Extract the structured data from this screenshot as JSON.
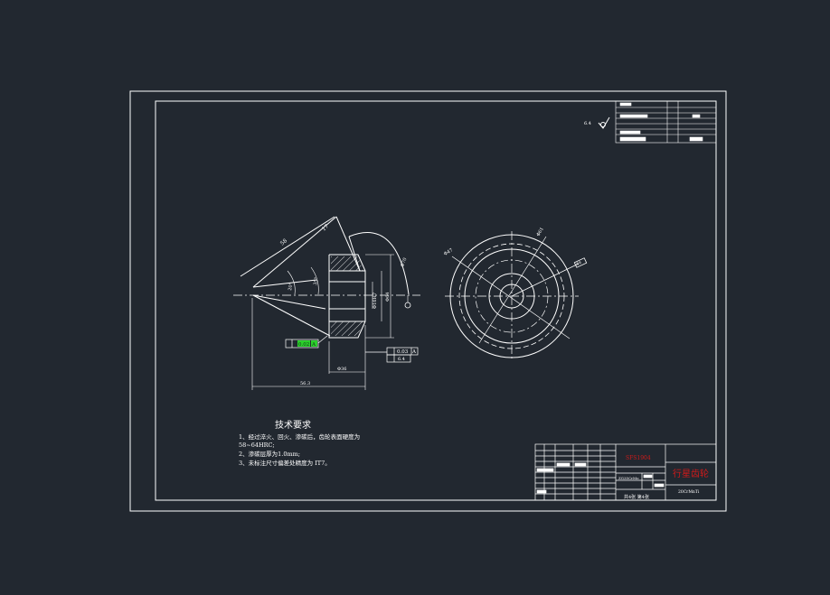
{
  "colors": {
    "background": "#222830",
    "line": "#ffffff",
    "title_red": "#d11a1a",
    "tolerance_green": "#2bd12b",
    "hatch": "#ffffff"
  },
  "technical_requirements": {
    "heading": "技术要求",
    "lines": [
      "1、经过淬火、回火、渗碳后，齿轮表面硬度为",
      "58~64HRC;",
      "2、渗碳层厚为1.0mm;",
      "3、未标注尺寸偏差处精度为 IT7。"
    ]
  },
  "title_block": {
    "part_name": "行星齿轮",
    "drawing_number": "SFS1904",
    "material": "ZG35CrMo",
    "sheet": "共4张 第4张",
    "scale_code": "20CrMnTi"
  },
  "dimensions": {
    "d_left_len": "58",
    "d_top_len": "17",
    "d_angle1": "20°",
    "d_angle2": "35°",
    "d_bore": "Φ16H7",
    "d_depth": "Φ64",
    "d_length_total": "56.3",
    "d_hub": "Φ36",
    "d_r": "Φ70",
    "tol1_value": "0.02",
    "tol1_datum": "A",
    "tol2_value": "0.03",
    "tol2_datum": "A",
    "roughness_surface": "6.4",
    "roughness_main": "6.4",
    "d_circle_left": "Φ47",
    "d_circle_right": "Φ61",
    "d_circle_tag": "Φ8"
  }
}
